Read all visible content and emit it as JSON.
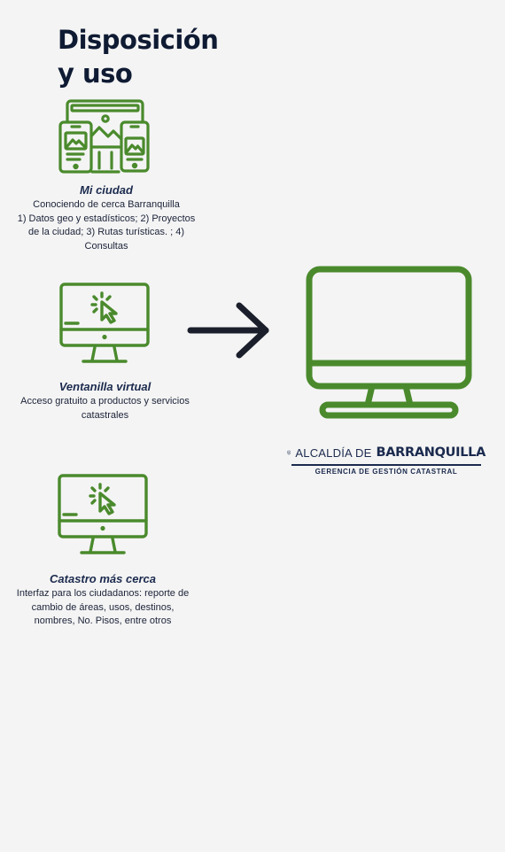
{
  "page": {
    "title_line1": "Disposición",
    "title_line2": "y uso"
  },
  "items": [
    {
      "title": "Mi ciudad",
      "desc_lines": [
        "Conociendo de cerca Barranquilla",
        "1) Datos geo y estadísticos; 2) Proyectos",
        "de la ciudad; 3) Rutas turísticas. ; 4)",
        "Consultas"
      ],
      "icon": "multi-device-icon"
    },
    {
      "title": "Ventanilla virtual",
      "desc_lines": [
        "Acceso gratuito a productos y servicios",
        "catastrales"
      ],
      "icon": "monitor-cursor-icon"
    },
    {
      "title": "Catastro más cerca",
      "desc_lines": [
        "Interfaz para los ciudadanos: reporte de",
        "cambio de áreas, usos, destinos,",
        "nombres, No. Pisos, entre otros"
      ],
      "icon": "monitor-cursor-icon"
    }
  ],
  "logo": {
    "prefix": "ALCALDÍA DE",
    "name": "BARRANQUILLA",
    "subtitle": "GERENCIA DE GESTIÓN CATASTRAL"
  },
  "icons": {
    "arrow": "arrow-right-icon",
    "big_monitor": "monitor-icon",
    "seal": "city-seal-icon"
  },
  "colors": {
    "background": "#f4f4f4",
    "icon_green": "#4a8a2c",
    "title_navy": "#0f1b33",
    "text_navy": "#1b2a4e",
    "arrow_dark": "#1a1f2b"
  }
}
